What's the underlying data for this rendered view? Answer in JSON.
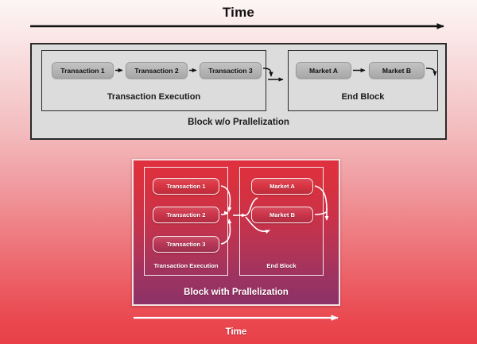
{
  "top_axis": {
    "label": "Time",
    "arrow": "right-arrow-icon"
  },
  "bottom_axis": {
    "label": "Time",
    "arrow": "right-arrow-icon"
  },
  "block_without": {
    "label": "Block w/o Prallelization",
    "panels": [
      {
        "label": "Transaction Execution",
        "nodes": [
          "Transaction 1",
          "Transaction 2",
          "Transaction 3"
        ]
      },
      {
        "label": "End Block",
        "nodes": [
          "Market A",
          "Market B"
        ]
      }
    ]
  },
  "block_with": {
    "label": "Block with Prallelization",
    "panels": [
      {
        "label": "Transaction Execution",
        "nodes": [
          "Transaction 1",
          "Transaction 2",
          "Transaction 3"
        ]
      },
      {
        "label": "End Block",
        "nodes": [
          "Market A",
          "Market B"
        ]
      }
    ]
  },
  "colors": {
    "background_top": "#fdf5f5",
    "background_bottom": "#e83f48",
    "block_without_fill": "#dcdcdc",
    "block_without_stroke": "#2a2a2a",
    "node_gray_fill": "#b4b4b4",
    "block_with_top": "#e0303f",
    "block_with_bottom": "#8d3268",
    "block_with_stroke": "#f3e2e4",
    "arrow_dark": "#111111",
    "arrow_light": "#ffffff"
  }
}
